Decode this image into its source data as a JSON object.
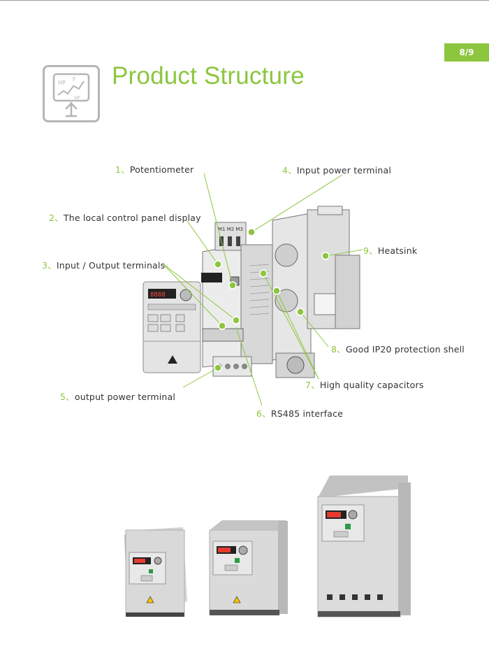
{
  "header": {
    "page_indicator": "8/9",
    "title": "Product Structure",
    "icon": "vfd-chart-icon",
    "icon_labels": [
      "HP",
      "F",
      "VF"
    ]
  },
  "diagram": {
    "callouts": [
      {
        "num": "1、",
        "label": "Potentiometer"
      },
      {
        "num": "2、",
        "label": "The local control panel display"
      },
      {
        "num": "3、",
        "label": "Input / Output terminals"
      },
      {
        "num": "4、",
        "label": "Input power terminal"
      },
      {
        "num": "5、",
        "label": "output power terminal"
      },
      {
        "num": "6、",
        "label": "RS485 interface"
      },
      {
        "num": "7、",
        "label": "High quality capacitors"
      },
      {
        "num": "8、",
        "label": "Good IP20 protection shell"
      },
      {
        "num": "9、",
        "label": "Heatsink"
      }
    ],
    "keypad_display": "8888",
    "terminal_labels": "M1 M2 M3"
  },
  "colors": {
    "accent": "#8cc63f",
    "body": "#333333",
    "device": "#dcdcdc"
  }
}
